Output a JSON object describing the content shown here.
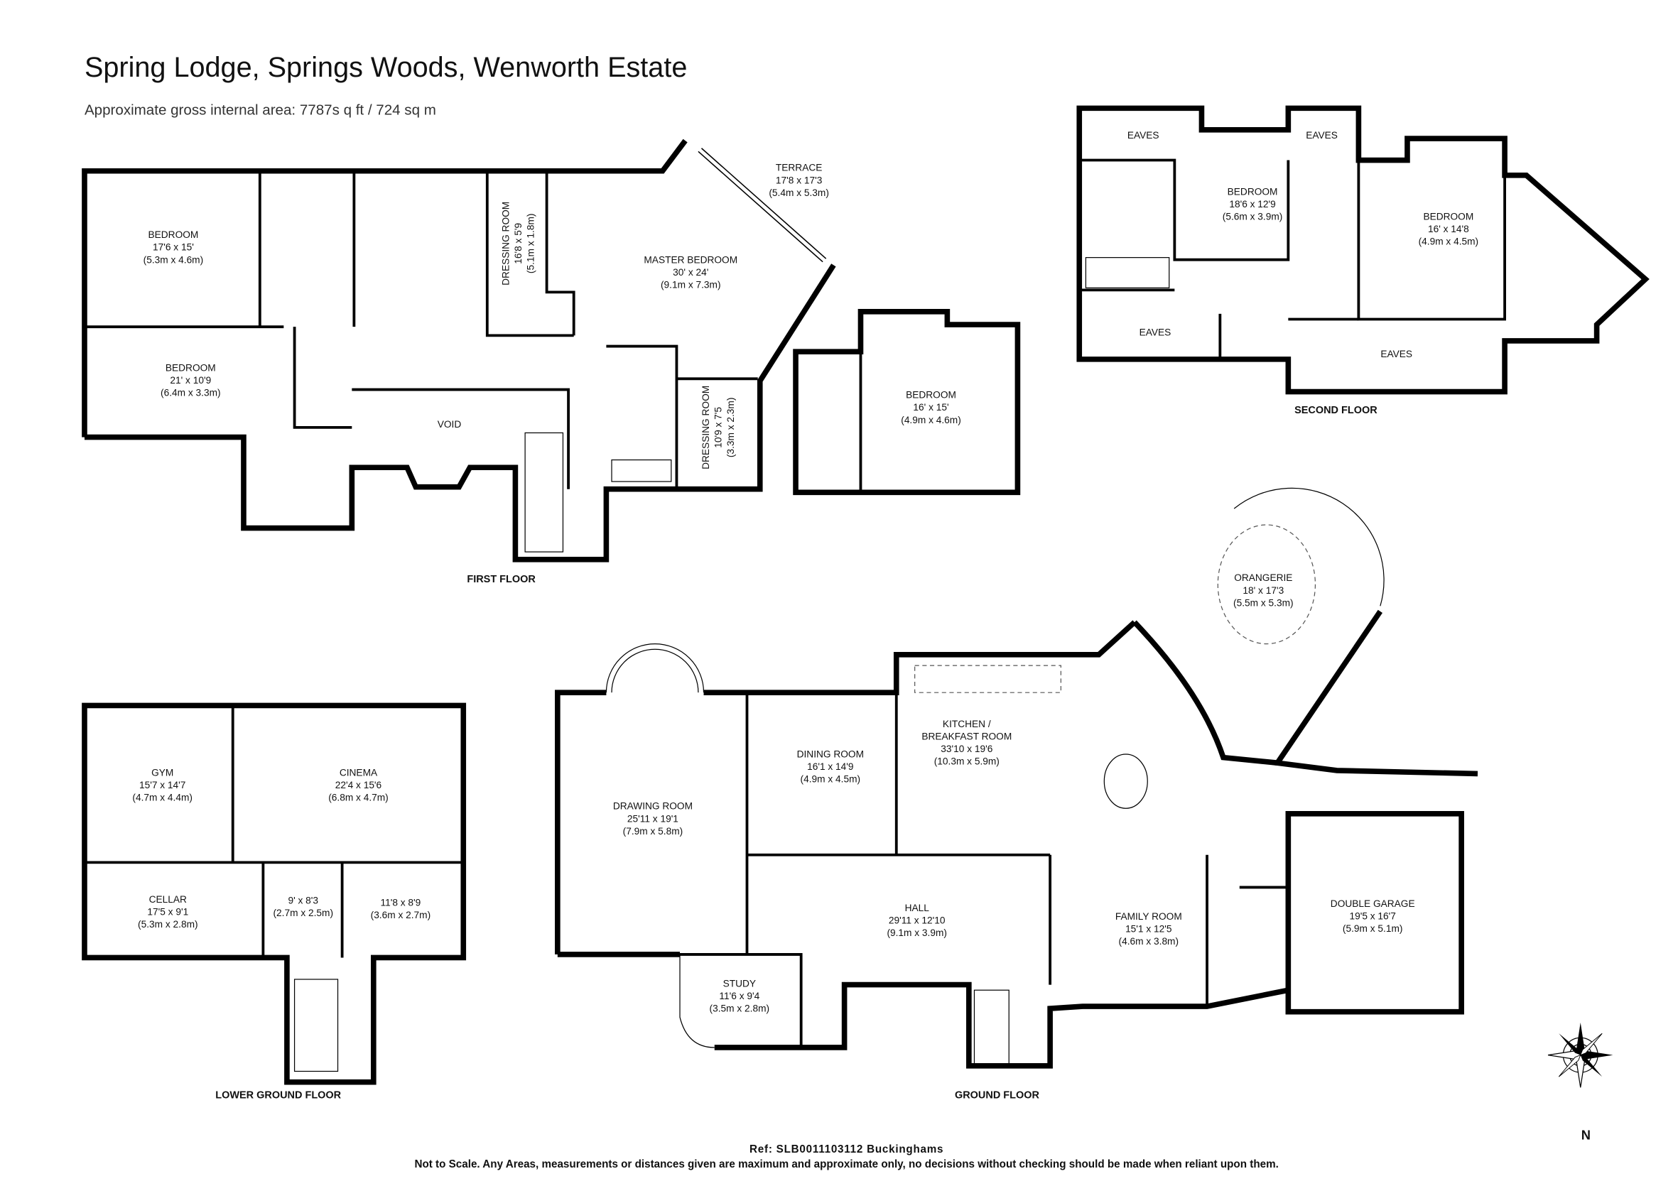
{
  "header": {
    "title": "Spring Lodge, Springs Woods, Wenworth Estate",
    "subtitle": "Approximate gross internal area: 7787s q ft / 724 sq m"
  },
  "floors": [
    {
      "label": "FIRST FLOOR",
      "rooms": [
        {
          "name": "BEDROOM",
          "ft": "17'6 x 15'",
          "m": "(5.3m x 4.6m)"
        },
        {
          "name": "BEDROOM",
          "ft": "21' x 10'9",
          "m": "(6.4m x 3.3m)"
        },
        {
          "name": "DRESSING ROOM",
          "ft": "16'8 x 5'9",
          "m": "(5.1m x 1.8m)"
        },
        {
          "name": "MASTER BEDROOM",
          "ft": "30' x 24'",
          "m": "(9.1m x 7.3m)"
        },
        {
          "name": "TERRACE",
          "ft": "17'8 x 17'3",
          "m": "(5.4m x 5.3m)"
        },
        {
          "name": "VOID",
          "ft": "",
          "m": ""
        },
        {
          "name": "DRESSING ROOM",
          "ft": "10'9 x 7'5",
          "m": "(3.3m x 2.3m)"
        },
        {
          "name": "BEDROOM",
          "ft": "16' x 15'",
          "m": "(4.9m x 4.6m)"
        }
      ]
    },
    {
      "label": "SECOND FLOOR",
      "rooms": [
        {
          "name": "EAVES",
          "ft": "",
          "m": ""
        },
        {
          "name": "EAVES",
          "ft": "",
          "m": ""
        },
        {
          "name": "BEDROOM",
          "ft": "18'6 x 12'9",
          "m": "(5.6m x 3.9m)"
        },
        {
          "name": "BEDROOM",
          "ft": "16' x 14'8",
          "m": "(4.9m x 4.5m)"
        },
        {
          "name": "EAVES",
          "ft": "",
          "m": ""
        },
        {
          "name": "EAVES",
          "ft": "",
          "m": ""
        }
      ]
    },
    {
      "label": "LOWER GROUND FLOOR",
      "rooms": [
        {
          "name": "GYM",
          "ft": "15'7 x 14'7",
          "m": "(4.7m x 4.4m)"
        },
        {
          "name": "CINEMA",
          "ft": "22'4 x 15'6",
          "m": "(6.8m x 4.7m)"
        },
        {
          "name": "CELLAR",
          "ft": "17'5 x 9'1",
          "m": "(5.3m x 2.8m)"
        },
        {
          "name": "",
          "ft": "9' x 8'3",
          "m": "(2.7m x 2.5m)"
        },
        {
          "name": "",
          "ft": "11'8 x 8'9",
          "m": "(3.6m x 2.7m)"
        }
      ]
    },
    {
      "label": "GROUND FLOOR",
      "rooms": [
        {
          "name": "DRAWING ROOM",
          "ft": "25'11 x 19'1",
          "m": "(7.9m x 5.8m)"
        },
        {
          "name": "DINING ROOM",
          "ft": "16'1 x 14'9",
          "m": "(4.9m x 4.5m)"
        },
        {
          "name": "KITCHEN / BREAKFAST ROOM",
          "ft": "33'10 x 19'6",
          "m": "(10.3m x 5.9m)"
        },
        {
          "name": "ORANGERIE",
          "ft": "18' x 17'3",
          "m": "(5.5m x 5.3m)"
        },
        {
          "name": "HALL",
          "ft": "29'11 x 12'10",
          "m": "(9.1m x 3.9m)"
        },
        {
          "name": "STUDY",
          "ft": "11'6 x 9'4",
          "m": "(3.5m x 2.8m)"
        },
        {
          "name": "FAMILY ROOM",
          "ft": "15'1 x 12'5",
          "m": "(4.6m x 3.8m)"
        },
        {
          "name": "DOUBLE GARAGE",
          "ft": "19'5 x 16'7",
          "m": "(5.9m x 5.1m)"
        }
      ]
    }
  ],
  "footer": {
    "ref": "Ref: SLB0011103112 Buckinghams",
    "disclaimer": "Not to Scale. Any Areas, measurements or distances given are maximum and approximate only, no decisions without checking should be made when reliant upon them."
  },
  "compass": {
    "icon": "compass-rose-icon",
    "north_label": "N"
  }
}
